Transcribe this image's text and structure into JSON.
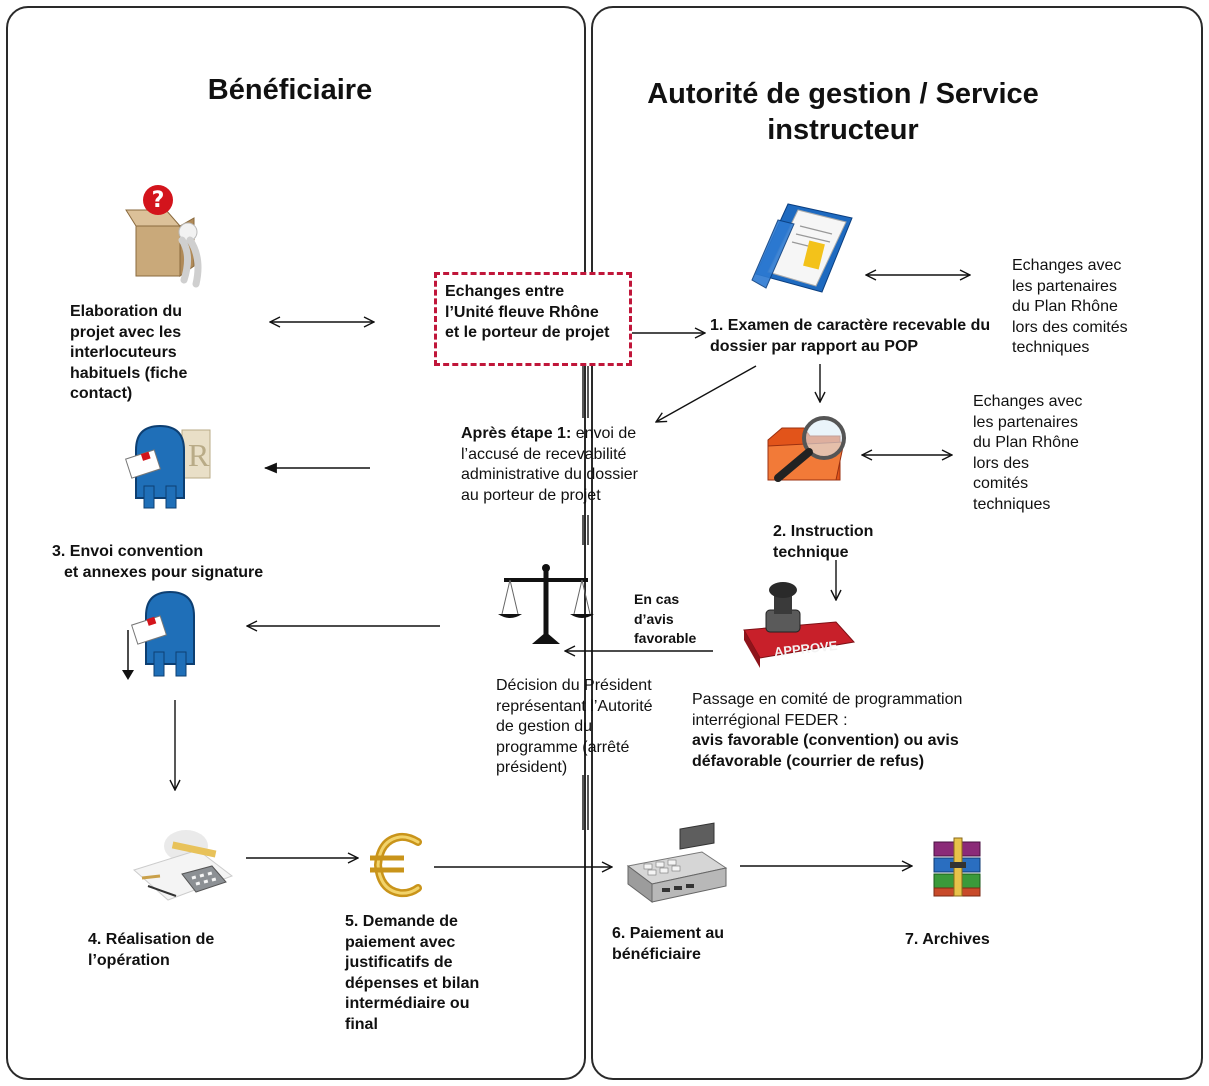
{
  "lanes": {
    "left_title": "Bénéficiaire",
    "right_title_line1": "Autorité de gestion / Service",
    "right_title_line2": "instructeur"
  },
  "left_nodes": {
    "elaboration": [
      "Elaboration du",
      "projet avec les",
      "interlocuteurs",
      "habituels (fiche",
      "contact)"
    ],
    "envoi_convention": [
      "3. Envoi convention",
      "et annexes pour signature"
    ],
    "realisation": [
      "4. Réalisation de",
      "l’opération"
    ],
    "demande_paiement": [
      "5. Demande de",
      "paiement avec",
      "justificatifs de",
      "dépenses et bilan",
      "intermédiaire ou",
      "final"
    ]
  },
  "center_nodes": {
    "echanges_unite": [
      "Echanges entre",
      "l’Unité fleuve Rhône",
      "et le porteur de projet"
    ],
    "apres_etape_bold": "Après étape 1:",
    "apres_etape_rest": " envoi de",
    "apres_etape_lines": [
      "l’accusé de recevabilité",
      "administrative du dossier",
      "au porteur de projet"
    ],
    "decision": [
      "Décision du Président",
      "représentant l’Autorité",
      "de gestion du",
      "programme (arrêté",
      "président)"
    ],
    "en_cas": [
      "En cas",
      "d’avis",
      "favorable"
    ]
  },
  "right_nodes": {
    "examen": [
      "1. Examen de caractère recevable du",
      "dossier par rapport au POP"
    ],
    "echanges_partenaires_1": [
      "Echanges avec",
      "les partenaires",
      "du Plan Rhône",
      "lors des comités",
      "techniques"
    ],
    "echanges_partenaires_2": [
      "Echanges avec",
      "les partenaires",
      "du Plan Rhône",
      "lors des",
      "comités",
      "techniques"
    ],
    "instruction": [
      "2. Instruction",
      "technique"
    ],
    "passage_comite": [
      "Passage en comité de programmation",
      "interrégional FEDER :"
    ],
    "avis": [
      "avis favorable (convention) ou avis",
      "défavorable (courrier de refus)"
    ],
    "paiement": [
      "6. Paiement au",
      "bénéficiaire"
    ],
    "archives": "7. Archives"
  },
  "icons": [
    "question-box-icon",
    "mailbox-letter-icon",
    "mailbox-send-icon",
    "calculator-desk-icon",
    "euro-sign-icon",
    "blue-folder-documents-icon",
    "folder-magnifier-icon",
    "approved-stamp-icon",
    "justice-scales-icon",
    "cash-register-icon",
    "archive-books-icon"
  ],
  "colors": {
    "dashed_border": "#c0163a",
    "mailbox_blue": "#1f6fb8",
    "folder_orange": "#e2541a",
    "stamp_red": "#c8202a"
  }
}
